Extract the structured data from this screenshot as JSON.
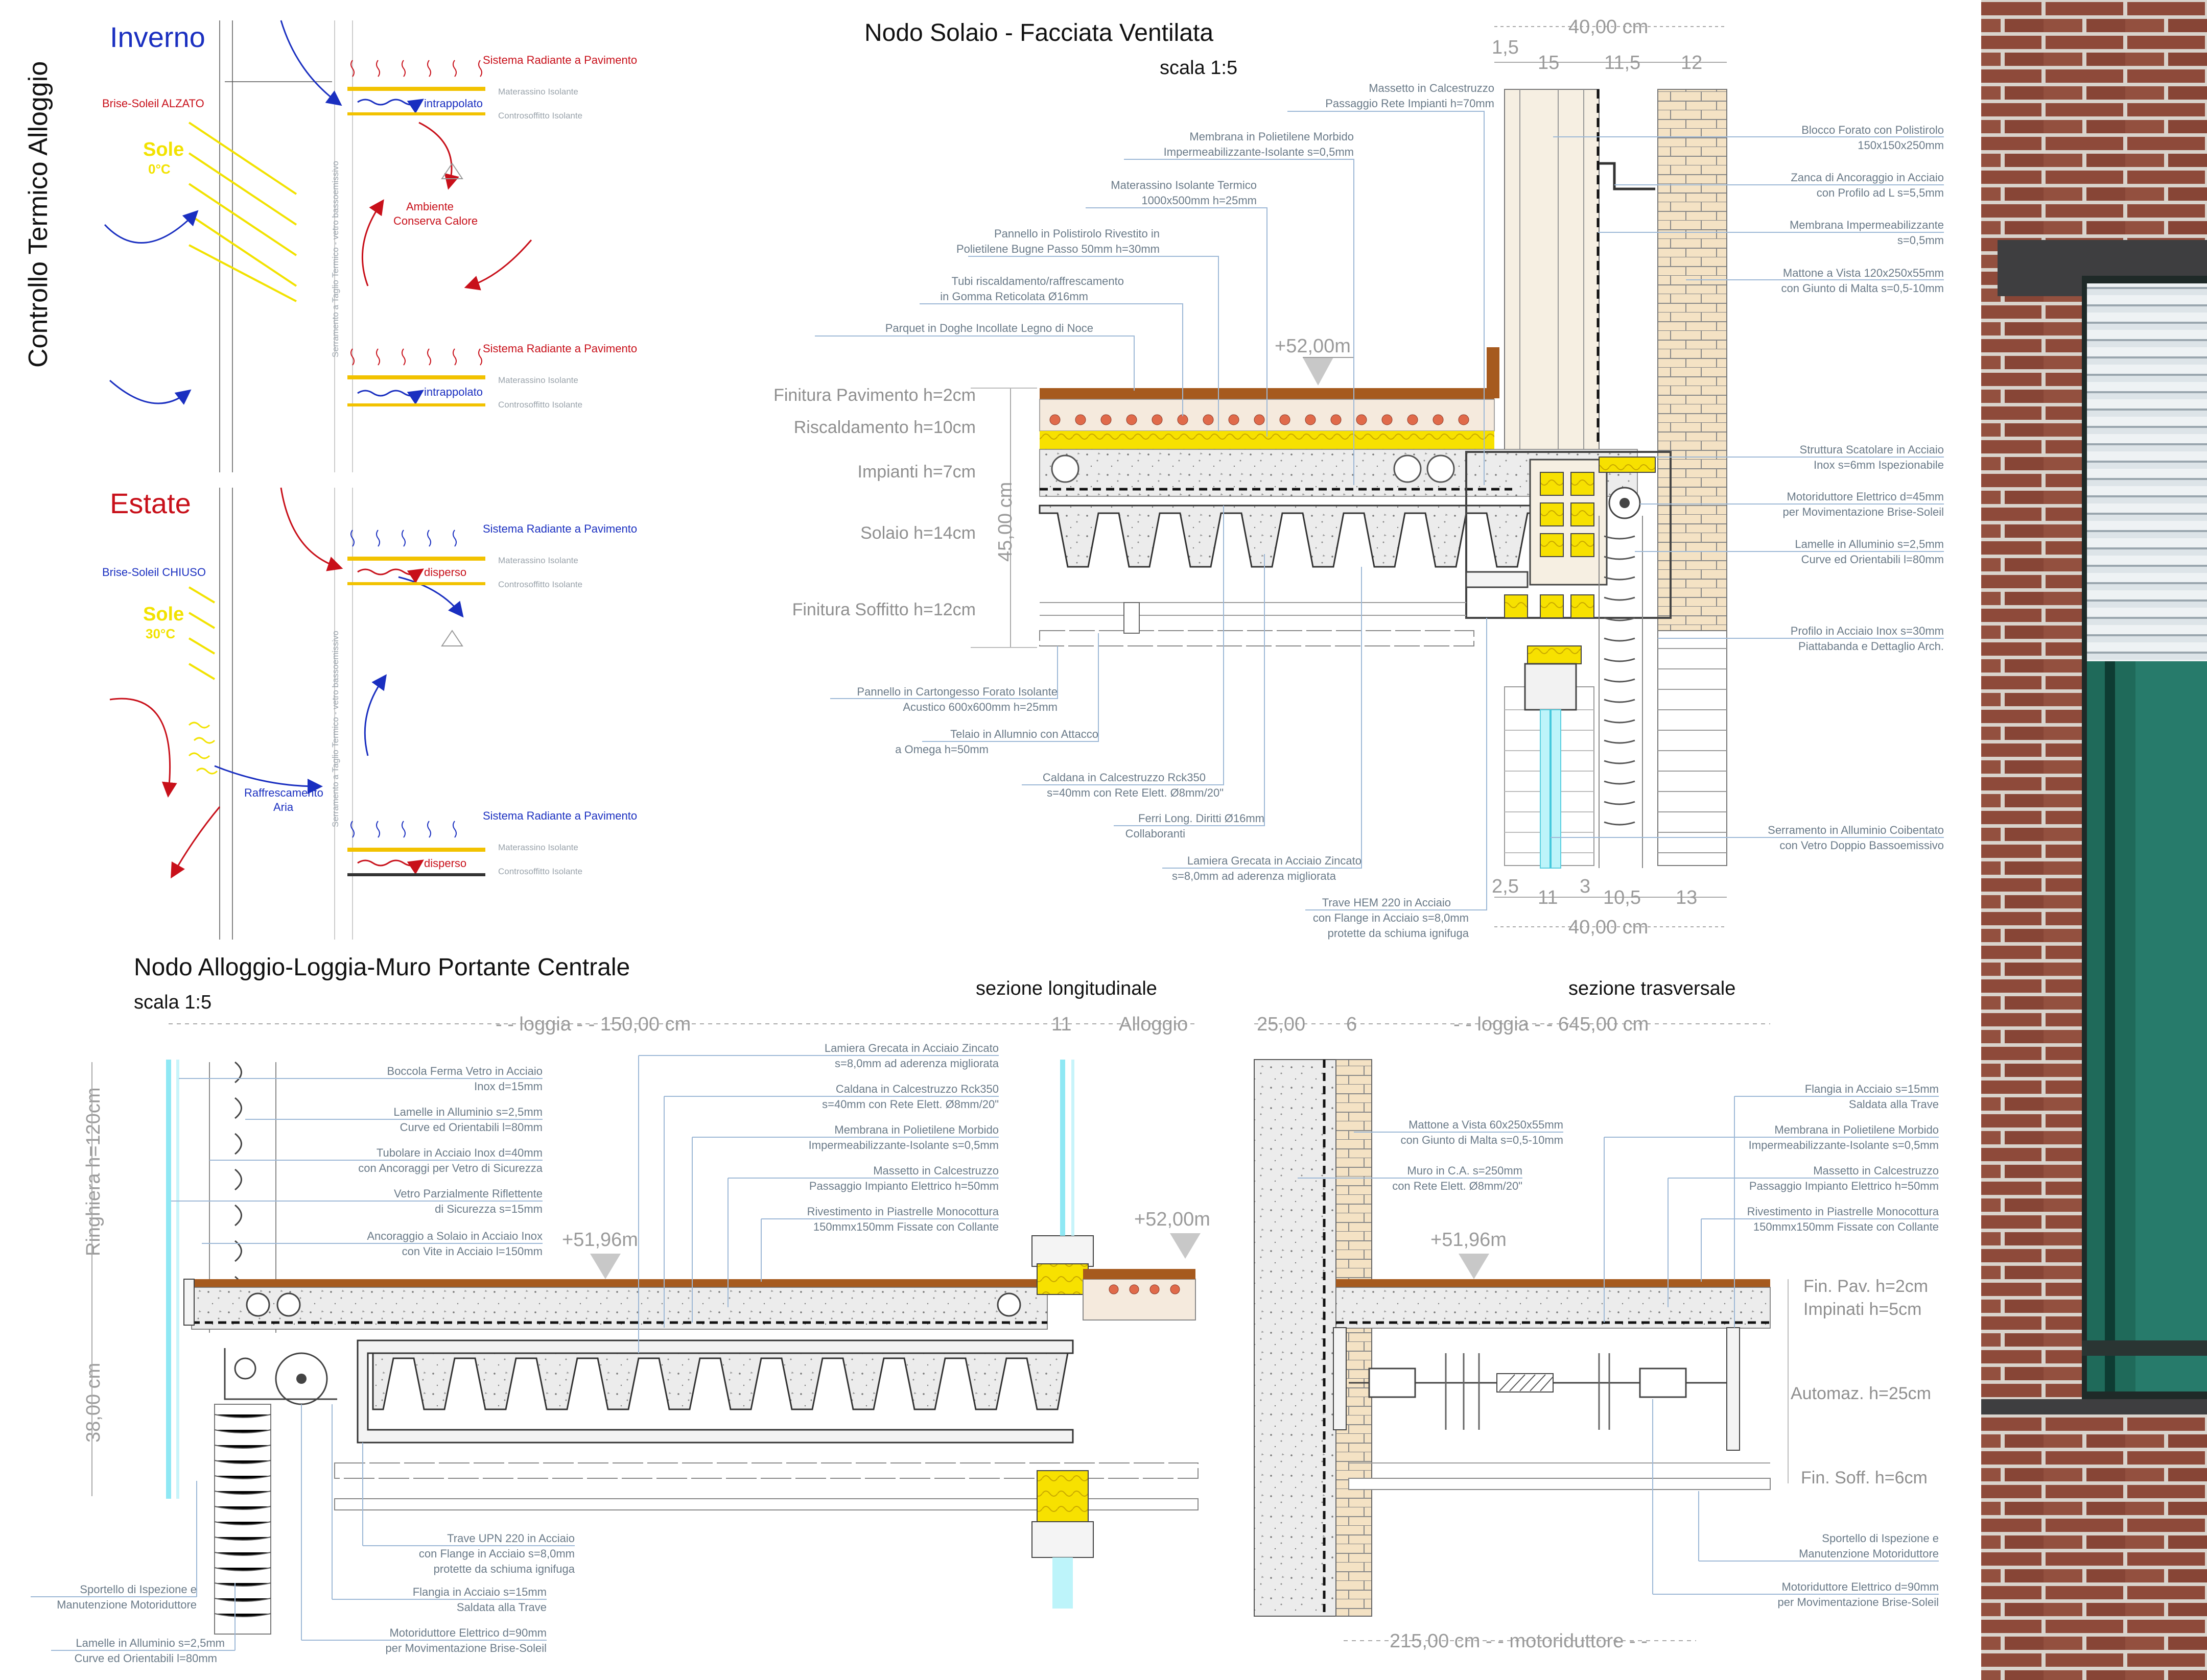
{
  "colors": {
    "blue": "#1a2fc0",
    "red": "#c8101a",
    "yellow": "#f2e200",
    "insulation": "#f7e100",
    "wood": "#a65a1e",
    "brick": "#8e4a3a",
    "glass": "#8fe8f4",
    "leader": "#9db8d6"
  },
  "thermal": {
    "title": "Controllo Termico Alloggio",
    "winter": {
      "season": "Inverno",
      "brise": "Brise-Soleil ALZATO",
      "sun": "Sole",
      "temp": "0°C",
      "ambient_1": "Ambiente",
      "ambient_2": "Conserva Calore",
      "floor_top": {
        "heating": "Sistema Radiante a Pavimento",
        "state": "intrappolato",
        "mat": "Materassino Isolante",
        "ceiling": "Controsoffitto Isolante"
      },
      "floor_bottom": {
        "heating": "Sistema Radiante a Pavimento",
        "state": "intrappolato",
        "mat": "Materassino Isolante",
        "ceiling": "Controsoffitto Isolante"
      },
      "window": "Serramento a Taglio Termico - vetro bassoemissivo"
    },
    "summer": {
      "season": "Estate",
      "brise": "Brise-Soleil CHIUSO",
      "sun": "Sole",
      "temp": "30°C",
      "cool_1": "Raffrescamento",
      "cool_2": "Aria",
      "floor_top": {
        "heating": "Sistema Radiante a Pavimento",
        "state": "disperso",
        "mat": "Materassino Isolante",
        "ceiling": "Controsoffitto Isolante"
      },
      "floor_bottom": {
        "heating": "Sistema Radiante a Pavimento",
        "state": "disperso",
        "mat": "Materassino Isolante",
        "ceiling": "Controsoffitto Isolante"
      },
      "window": "Serramento a Taglio Termico - vetro bassoemissivo"
    }
  },
  "node1": {
    "title": "Nodo Solaio - Facciata Ventilata",
    "scale": "scala 1:5",
    "elevation": "+52,00m",
    "total_dim": "45,00 cm",
    "top_dims": {
      "total": "40,00 cm",
      "a": "1,5",
      "b": "15",
      "c": "11,5",
      "d": "12"
    },
    "bottom_dims": {
      "total": "40,00 cm",
      "a": "2,5",
      "b": "11",
      "c": "3",
      "d": "10,5",
      "e": "13"
    },
    "layers": [
      "Finitura Pavimento h=2cm",
      "Riscaldamento h=10cm",
      "Impianti h=7cm",
      "Solaio h=14cm",
      "Finitura Soffitto h=12cm"
    ],
    "left_labels": [
      [
        "Massetto in Calcestruzzo",
        "Passaggio Rete Impianti h=70mm"
      ],
      [
        "Membrana in Polietilene Morbido",
        "Impermeabilizzante-Isolante s=0,5mm"
      ],
      [
        "Materassino Isolante Termico",
        "1000x500mm h=25mm"
      ],
      [
        "Pannello in Polistirolo Rivestito in",
        "Polietilene Bugne Passo 50mm h=30mm"
      ],
      [
        "Tubi riscaldamento/raffrescamento",
        "in Gomma Reticolata Ø16mm"
      ],
      [
        "Parquet in Doghe Incollate Legno di Noce",
        ""
      ]
    ],
    "right_labels": [
      [
        "Blocco Forato con Polistirolo",
        "150x150x250mm"
      ],
      [
        "Zanca di Ancoraggio in Acciaio",
        "con Profilo ad L s=5,5mm"
      ],
      [
        "Membrana Impermeabilizzante",
        "s=0,5mm"
      ],
      [
        "Mattone a Vista 120x250x55mm",
        "con Giunto di Malta s=0,5-10mm"
      ],
      [
        "Struttura Scatolare in Acciaio",
        "Inox s=6mm Ispezionabile"
      ],
      [
        "Motoriduttore Elettrico d=45mm",
        "per Movimentazione Brise-Soleil"
      ],
      [
        "Lamelle in Alluminio s=2,5mm",
        "Curve ed Orientabili l=80mm"
      ],
      [
        "Profilo in Acciaio Inox s=30mm",
        "Piattabanda e Dettaglio Arch."
      ],
      [
        "Serramento in Alluminio Coibentato",
        "con Vetro Doppio Bassoemissivo"
      ]
    ],
    "bottom_labels": [
      [
        "Pannello in Cartongesso Forato Isolante",
        "Acustico 600x600mm h=25mm"
      ],
      [
        "Telaio in Allumnio con Attacco",
        "a Omega h=50mm"
      ],
      [
        "Caldana in Calcestruzzo Rck350",
        "s=40mm con Rete Elett. Ø8mm/20\""
      ],
      [
        "Ferri Long. Diritti Ø16mm",
        "Collaboranti"
      ],
      [
        "Lamiera Grecata in Acciaio Zincato",
        "s=8,0mm ad aderenza migliorata"
      ],
      [
        "Trave HEM 220 in Acciaio",
        "con Flange in Acciaio s=8,0mm",
        "protette da schiuma ignifuga"
      ]
    ]
  },
  "node2": {
    "title": "Nodo Alloggio-Loggia-Muro Portante Centrale",
    "scale": "scala 1:5",
    "long_title": "sezione longitudinale",
    "trans_title": "sezione trasversale",
    "long_dim": "- - loggia - - 150,00 cm",
    "long_dim_b": "11",
    "long_dim_c": "Alloggio",
    "elev_a": "+51,96m",
    "elev_b": "+52,00m",
    "ringhiera": "Ringhiera h=120cm",
    "dim_38": "38,00 cm",
    "long_labels_left": [
      [
        "Boccola Ferma Vetro in Acciaio",
        "Inox d=15mm"
      ],
      [
        "Lamelle in Alluminio s=2,5mm",
        "Curve ed Orientabili l=80mm"
      ],
      [
        "Tubolare in Acciaio Inox d=40mm",
        "con Ancoraggi per Vetro di Sicurezza"
      ],
      [
        "Vetro Parzialmente Riflettente",
        "di Sicurezza s=15mm"
      ],
      [
        "Ancoraggio a Solaio in Acciaio Inox",
        "con Vite in Acciaio l=150mm"
      ]
    ],
    "long_labels_mid": [
      [
        "Lamiera Grecata in Acciaio Zincato",
        "s=8,0mm ad aderenza migliorata"
      ],
      [
        "Caldana in Calcestruzzo Rck350",
        "s=40mm con Rete Elett. Ø8mm/20\""
      ],
      [
        "Membrana in Polietilene Morbido",
        "Impermeabilizzante-Isolante s=0,5mm"
      ],
      [
        "Massetto in Calcestruzzo",
        "Passaggio Impianto Elettrico h=50mm"
      ],
      [
        "Rivestimento in Piastrelle Monocottura",
        "150mmx150mm Fissate con Collante"
      ]
    ],
    "long_labels_bottom": [
      [
        "Trave UPN 220 in Acciaio",
        "con Flange in Acciaio s=8,0mm",
        "protette da schiuma ignifuga"
      ],
      [
        "Flangia in Acciaio s=15mm",
        "Saldata alla Trave"
      ],
      [
        "Motoriduttore Elettrico d=90mm",
        "per Movimentazione Brise-Soleil"
      ],
      [
        "Sportello di Ispezione e",
        "Manutenzione Motoriduttore"
      ],
      [
        "Lamelle in Alluminio s=2,5mm",
        "Curve ed Orientabili l=80mm"
      ]
    ],
    "trans_dims": {
      "a": "25,00",
      "b": "6",
      "c": "- - loggia - - 645,00 cm",
      "bottom": "215,00 cm - - motoriduttore - -"
    },
    "trans_labels_left": [
      [
        "Mattone a Vista 60x250x55mm",
        "con Giunto di Malta s=0,5-10mm"
      ],
      [
        "Muro in C.A. s=250mm",
        "con Rete Elett. Ø8mm/20\""
      ]
    ],
    "trans_labels_right": [
      [
        "Flangia in Acciaio s=15mm",
        "Saldata alla Trave"
      ],
      [
        "Membrana in Polietilene Morbido",
        "Impermeabilizzante-Isolante s=0,5mm"
      ],
      [
        "Massetto in Calcestruzzo",
        "Passaggio Impianto Elettrico h=50mm"
      ],
      [
        "Rivestimento in Piastrelle Monocottura",
        "150mmx150mm Fissate con Collante"
      ]
    ],
    "trans_layers": [
      "Fin. Pav. h=2cm",
      "Impinati h=5cm",
      "Automaz. h=25cm",
      "Fin. Soff. h=6cm"
    ],
    "trans_labels_bottom": [
      [
        "Sportello di Ispezione e",
        "Manutenzione Motoriduttore"
      ],
      [
        "Motoriduttore Elettrico d=90mm",
        "per Movimentazione Brise-Soleil"
      ]
    ]
  }
}
